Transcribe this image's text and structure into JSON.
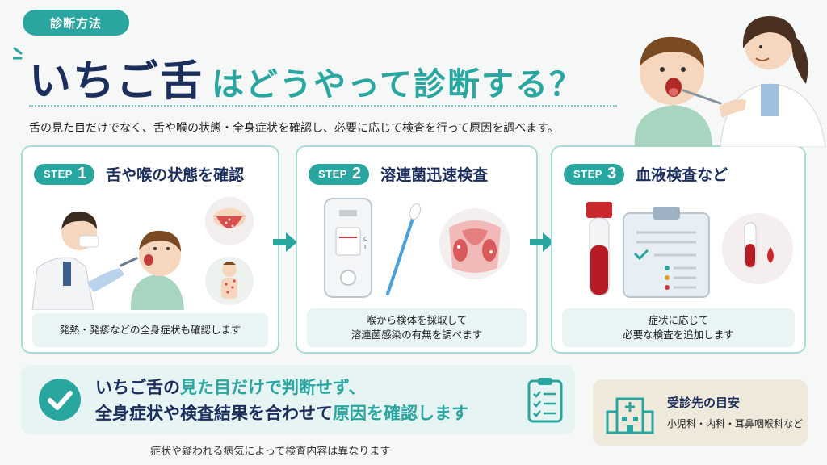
{
  "header": {
    "tag": "診断方法",
    "title_main": "いちご舌",
    "title_sub": "はどうやって診断する？",
    "intro": "舌の見た目だけでなく、舌や喉の状態・全身症状を確認し、必要に応じて検査を行って原因を調べます。"
  },
  "steps": [
    {
      "step_word": "STEP",
      "number": "1",
      "title": "舌や喉の状態を確認",
      "caption_lines": [
        "発熱・発疹などの全身症状も確認します"
      ],
      "icons": [
        "doctor-examining-child-illustration",
        "strawberry-tongue-icon",
        "child-rash-icon"
      ]
    },
    {
      "step_word": "STEP",
      "number": "2",
      "title": "溶連菌迅速検査",
      "caption_lines": [
        "喉から検体を採取して",
        "溶連菌感染の有無を調べます"
      ],
      "icons": [
        "rapid-test-kit-icon",
        "swab-icon",
        "inflamed-throat-icon"
      ],
      "test_kit_marks": [
        "C",
        "T"
      ]
    },
    {
      "step_word": "STEP",
      "number": "3",
      "title": "血液検査など",
      "caption_lines": [
        "症状に応じて",
        "必要な検査を追加します"
      ],
      "icons": [
        "blood-tube-icon",
        "clipboard-report-icon",
        "test-tube-blood-drop-icon"
      ]
    }
  ],
  "summary": {
    "line1_pre": "いちご舌の",
    "line1_hl": "見た目だけで判断せず、",
    "line2_pre": "全身症状や検査結果を合わせて",
    "line2_hl": "原因を確認します"
  },
  "note": "症状や疑われる病気によって検査内容は異なります",
  "destination": {
    "title": "受診先の目安",
    "body": "小児科・内科・耳鼻咽喉科など"
  },
  "colors": {
    "accent": "#2aa6a0",
    "navy": "#1c2e5c",
    "card_border": "#a9dcd8",
    "caption_bg": "#e8f5f4",
    "dest_bg": "#efe9dc"
  }
}
